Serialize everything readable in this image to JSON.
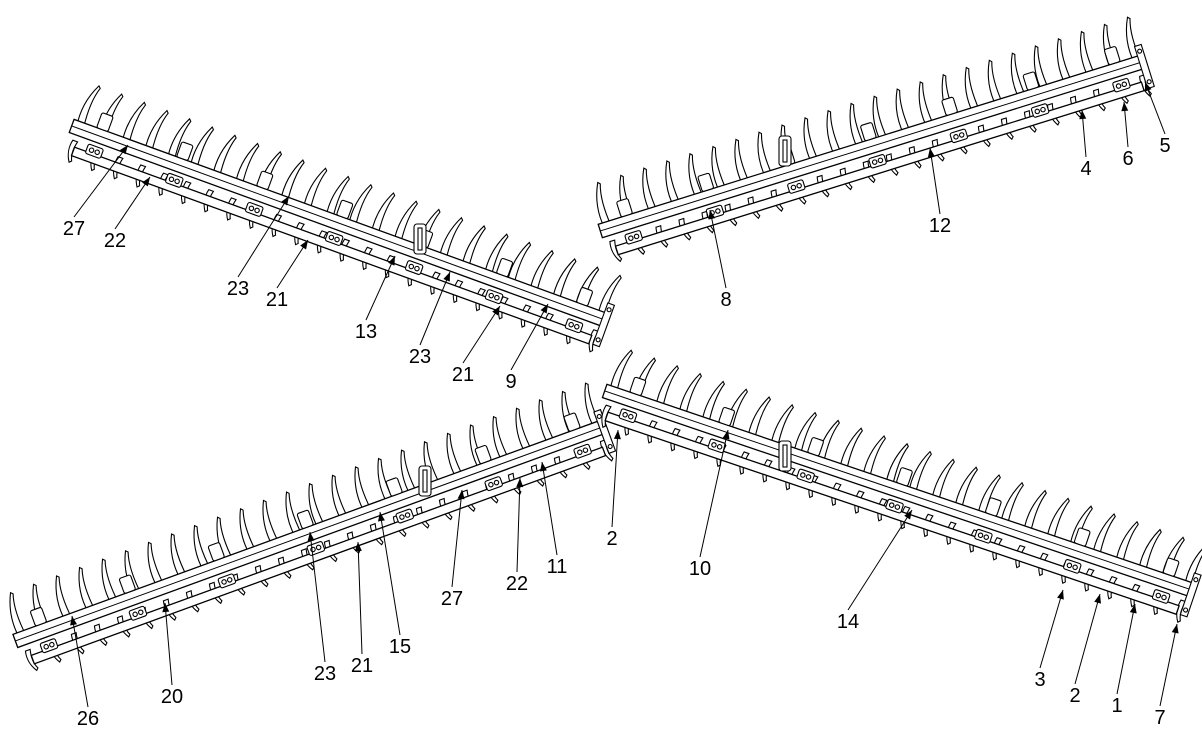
{
  "diagram": {
    "type": "exploded parts drawing",
    "subject": "four harrow tine bar sections with numbered part callouts",
    "line_color": "#000000",
    "background": "#ffffff"
  },
  "sections": [
    {
      "name": "upper-left-section"
    },
    {
      "name": "upper-right-section"
    },
    {
      "name": "lower-left-section"
    },
    {
      "name": "lower-right-section"
    }
  ],
  "callouts": [
    "27",
    "22",
    "23",
    "21",
    "13",
    "23",
    "21",
    "9",
    "8",
    "12",
    "4",
    "6",
    "5",
    "2",
    "10",
    "14",
    "3",
    "2",
    "1",
    "7",
    "27",
    "22",
    "11",
    "23",
    "21",
    "15",
    "20",
    "26"
  ]
}
